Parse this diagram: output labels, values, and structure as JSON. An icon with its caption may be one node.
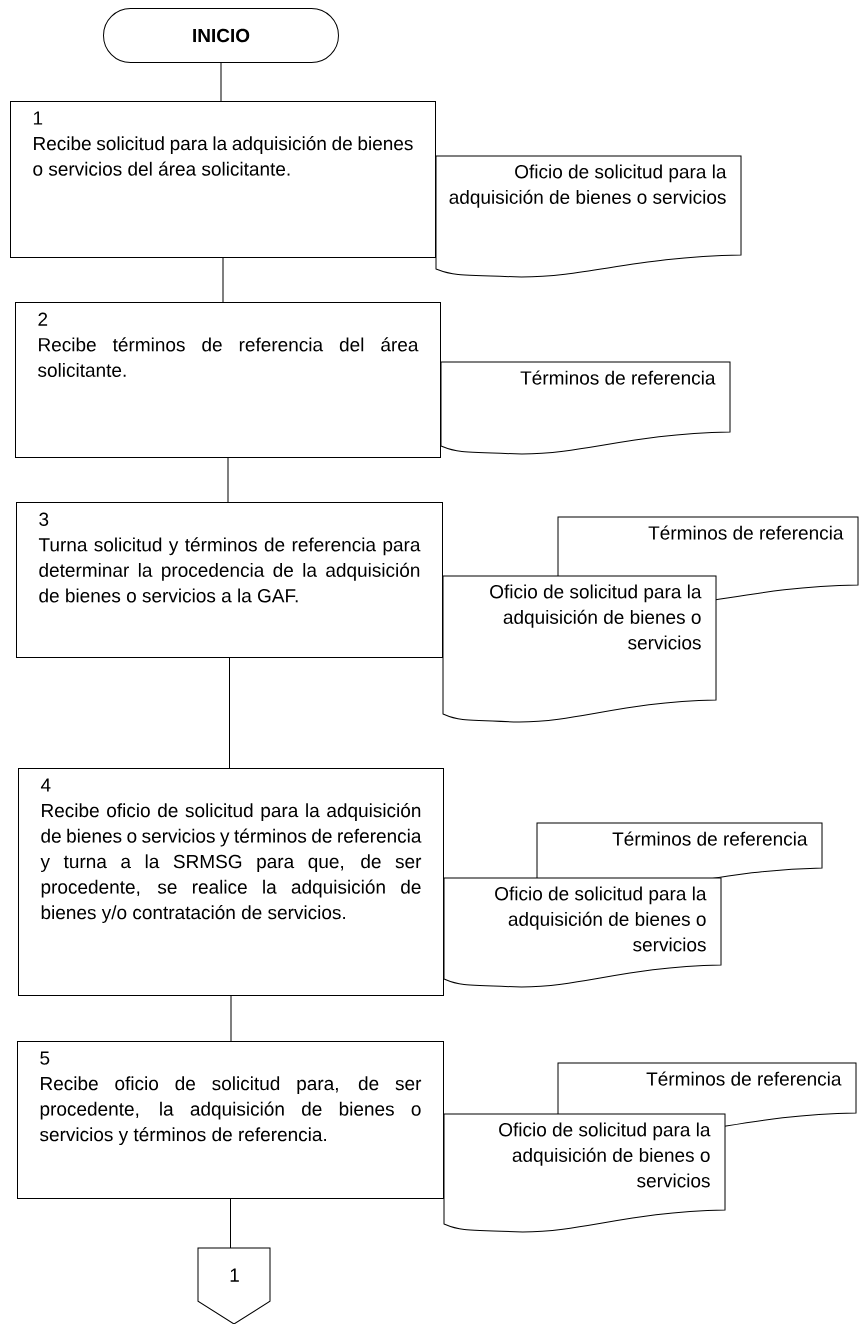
{
  "diagram": {
    "nodes": [
      {
        "text": [
          "INICIO"
        ]
      },
      {
        "text": [
          "1",
          "Recibe solicitud para la adquisición de bienes o servicios del área solicitante."
        ]
      },
      {
        "text": [
          "Oficio de solicitud para la adquisición de bienes o servicios"
        ]
      },
      {
        "text": [
          "2",
          "Recibe términos de referencia del área solicitante."
        ]
      },
      {
        "text": [
          "Términos de referencia"
        ]
      },
      {
        "text": [
          "3",
          "Turna solicitud y términos de referencia para determinar la procedencia de la adquisición de bienes o servicios a la GAF."
        ]
      },
      {
        "text": [
          "Términos de referencia"
        ]
      },
      {
        "text": [
          "Oficio de solicitud para la adquisición de bienes o servicios"
        ]
      },
      {
        "text": [
          "4",
          "Recibe oficio de solicitud para la adquisición de bienes o servicios y términos de referencia y turna a la SRMSG para que, de ser procedente, se realice la adquisición de bienes y/o contratación de servicios."
        ]
      },
      {
        "text": [
          "Términos de referencia"
        ]
      },
      {
        "text": [
          "Oficio de solicitud para la adquisición de bienes o servicios"
        ]
      },
      {
        "text": [
          "5",
          "Recibe oficio de solicitud para, de ser procedente, la adquisición de bienes o servicios y términos de referencia."
        ]
      },
      {
        "text": [
          "Términos de referencia"
        ]
      },
      {
        "text": [
          "Oficio de solicitud para la adquisición de bienes o servicios"
        ]
      },
      {
        "text": [
          "1"
        ]
      }
    ],
    "edges": [
      {
        "from": 0,
        "to": 1,
        "arrow": "none"
      },
      {
        "from": 1,
        "to": 3,
        "arrow": "none"
      },
      {
        "from": 3,
        "to": 5,
        "arrow": "none"
      },
      {
        "from": 5,
        "to": 8,
        "arrow": "none"
      },
      {
        "from": 8,
        "to": 11,
        "arrow": "none"
      },
      {
        "from": 11,
        "to": 14,
        "arrow": "none"
      }
    ]
  }
}
